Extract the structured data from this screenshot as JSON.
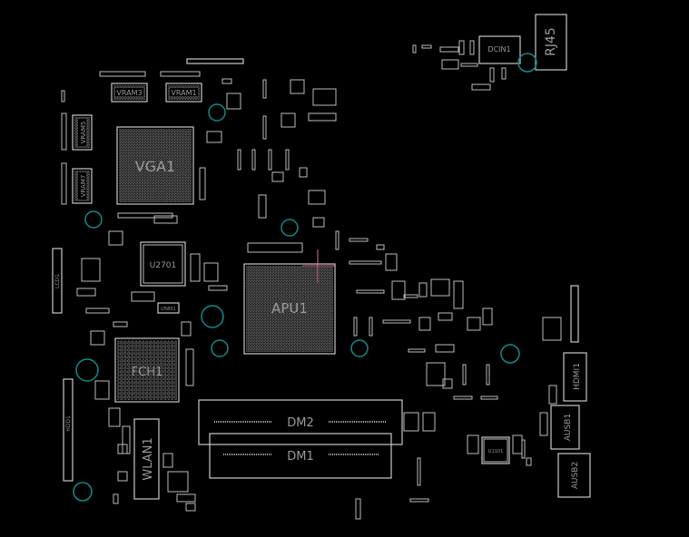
{
  "board": {
    "components": {
      "vram3": "VRAM3",
      "vram1": "VRAM1",
      "vram5": "VRAM5",
      "vram7": "VRAM7",
      "vga1": "VGA1",
      "u2701": "U2701",
      "u5801": "U5801",
      "lcd1": "LCD1",
      "apu1": "APU1",
      "fch1": "FCH1",
      "dm2": "DM2",
      "dm1": "DM1",
      "wlan1": "WLAN1",
      "hdd1": "HDD1",
      "dcin1": "DCIN1",
      "rj45": "RJ45",
      "hdmi1": "HDMI1",
      "ausb1": "AUSB1",
      "ausb2": "AUSB2",
      "u1101": "U1101"
    },
    "colors": {
      "outline": "#c8c8c8",
      "via": "#138a8a",
      "cursor": "#e07090",
      "background": "#000000"
    }
  }
}
